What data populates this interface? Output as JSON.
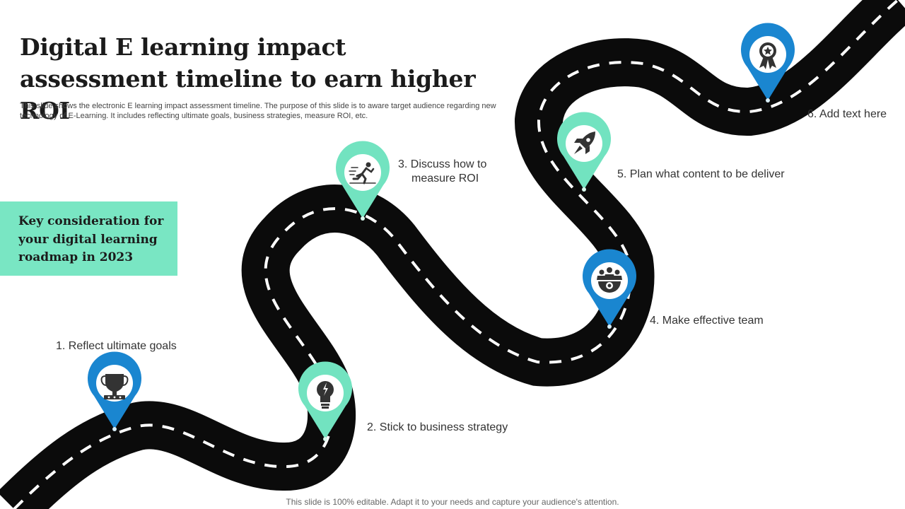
{
  "title": "Digital E learning impact assessment timeline to earn higher ROI",
  "subtitle": "This slide shows the electronic E learning impact assessment timeline. The purpose of this slide is to aware target audience regarding new technology of E-Learning. It includes reflecting ultimate goals, business strategies, measure ROI, etc.",
  "key_box": {
    "text": "Key consideration for your digital learning roadmap in 2023"
  },
  "steps": [
    {
      "label": "1. Reflect ultimate goals",
      "icon": "trophy-icon",
      "color": "#1a86d0"
    },
    {
      "label": "2. Stick to business strategy",
      "icon": "lightbulb-icon",
      "color": "#72e3c0"
    },
    {
      "label_line1": "3. Discuss how to",
      "label_line2": "measure ROI",
      "icon": "runner-icon",
      "color": "#72e3c0"
    },
    {
      "label": "4. Make effective team",
      "icon": "team-icon",
      "color": "#1a86d0"
    },
    {
      "label": "5. Plan what content to be deliver",
      "icon": "rocket-icon",
      "color": "#72e3c0"
    },
    {
      "label": "6. Add text here",
      "icon": "award-badge-icon",
      "color": "#1a86d0"
    }
  ],
  "colors": {
    "road": "#0b0b0b",
    "lane": "#ffffff",
    "key_box": "#79e6c3",
    "blue_pin": "#1a86d0",
    "mint_pin": "#72e3c0"
  },
  "footer": "This slide is 100% editable. Adapt it to your needs and capture your audience's attention."
}
